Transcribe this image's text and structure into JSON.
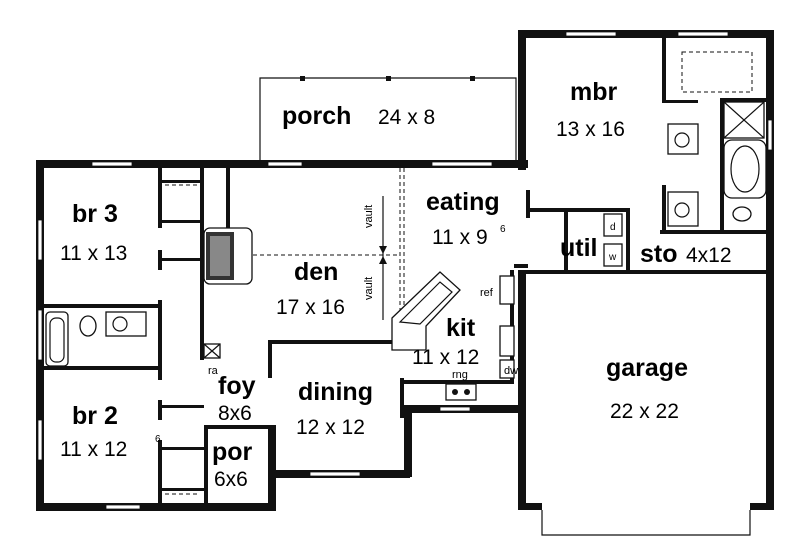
{
  "rooms": {
    "porch": {
      "name": "porch",
      "dims": "24 x 8"
    },
    "mbr": {
      "name": "mbr",
      "dims": "13 x 16"
    },
    "br3": {
      "name": "br 3",
      "dims": "11 x 13"
    },
    "eating": {
      "name": "eating",
      "dims": "11 x 9",
      "dims_sup": "6"
    },
    "den": {
      "name": "den",
      "dims": "17 x 16"
    },
    "util": {
      "name": "util"
    },
    "sto": {
      "name": "sto",
      "dims": "4x12"
    },
    "kit": {
      "name": "kit",
      "dims": "11 x 12"
    },
    "garage": {
      "name": "garage",
      "dims": "22 x 22"
    },
    "foy": {
      "name": "foy",
      "dims": "8x6"
    },
    "dining": {
      "name": "dining",
      "dims": "12 x 12"
    },
    "br2": {
      "name": "br 2",
      "dims": "11 x 12",
      "dims_sup": "6"
    },
    "por": {
      "name": "por",
      "dims": "6x6"
    }
  },
  "annotations": {
    "vault_top": "vault",
    "vault_bottom": "vault",
    "ref": "ref",
    "rng": "rng",
    "dw": "dw",
    "ra": "ra",
    "washer": "w",
    "dryer": "d"
  }
}
